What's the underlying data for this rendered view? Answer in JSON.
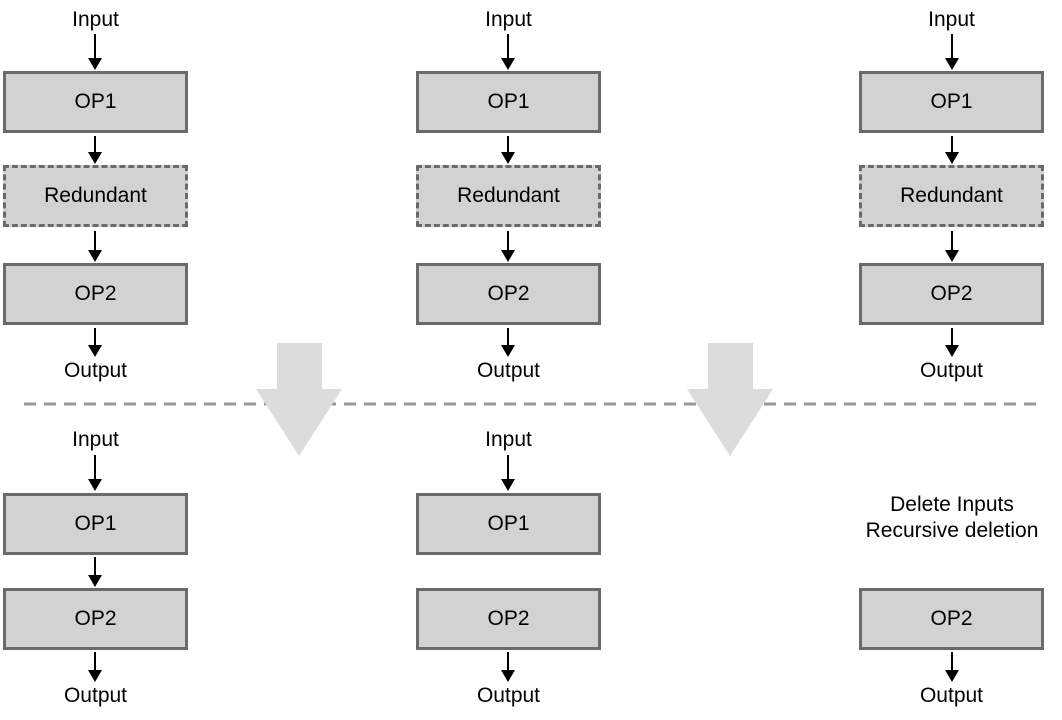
{
  "colors": {
    "background": "#ffffff",
    "box_fill": "#d2d2d2",
    "box_border": "#6a6a6a",
    "big_arrow_fill": "#dcdcdc",
    "divider_line": "#999999",
    "small_arrow": "#000000",
    "text": "#000000"
  },
  "top_columns": [
    {
      "input_label": "Input",
      "op1_label": "OP1",
      "redundant_label": "Redundant",
      "op2_label": "OP2",
      "output_label": "Output"
    },
    {
      "input_label": "Input",
      "op1_label": "OP1",
      "redundant_label": "Redundant",
      "op2_label": "OP2",
      "output_label": "Output"
    },
    {
      "input_label": "Input",
      "op1_label": "OP1",
      "redundant_label": "Redundant",
      "op2_label": "OP2",
      "output_label": "Output"
    }
  ],
  "bottom_columns": [
    {
      "input_label": "Input",
      "op1_label": "OP1",
      "op2_label": "OP2",
      "output_label": "Output"
    },
    {
      "input_label": "Input",
      "op1_label": "OP1",
      "op2_label": "OP2",
      "output_label": "Output"
    },
    {
      "note_line1": "Delete Inputs",
      "note_line2": "Recursive deletion",
      "op2_label": "OP2",
      "output_label": "Output"
    }
  ]
}
